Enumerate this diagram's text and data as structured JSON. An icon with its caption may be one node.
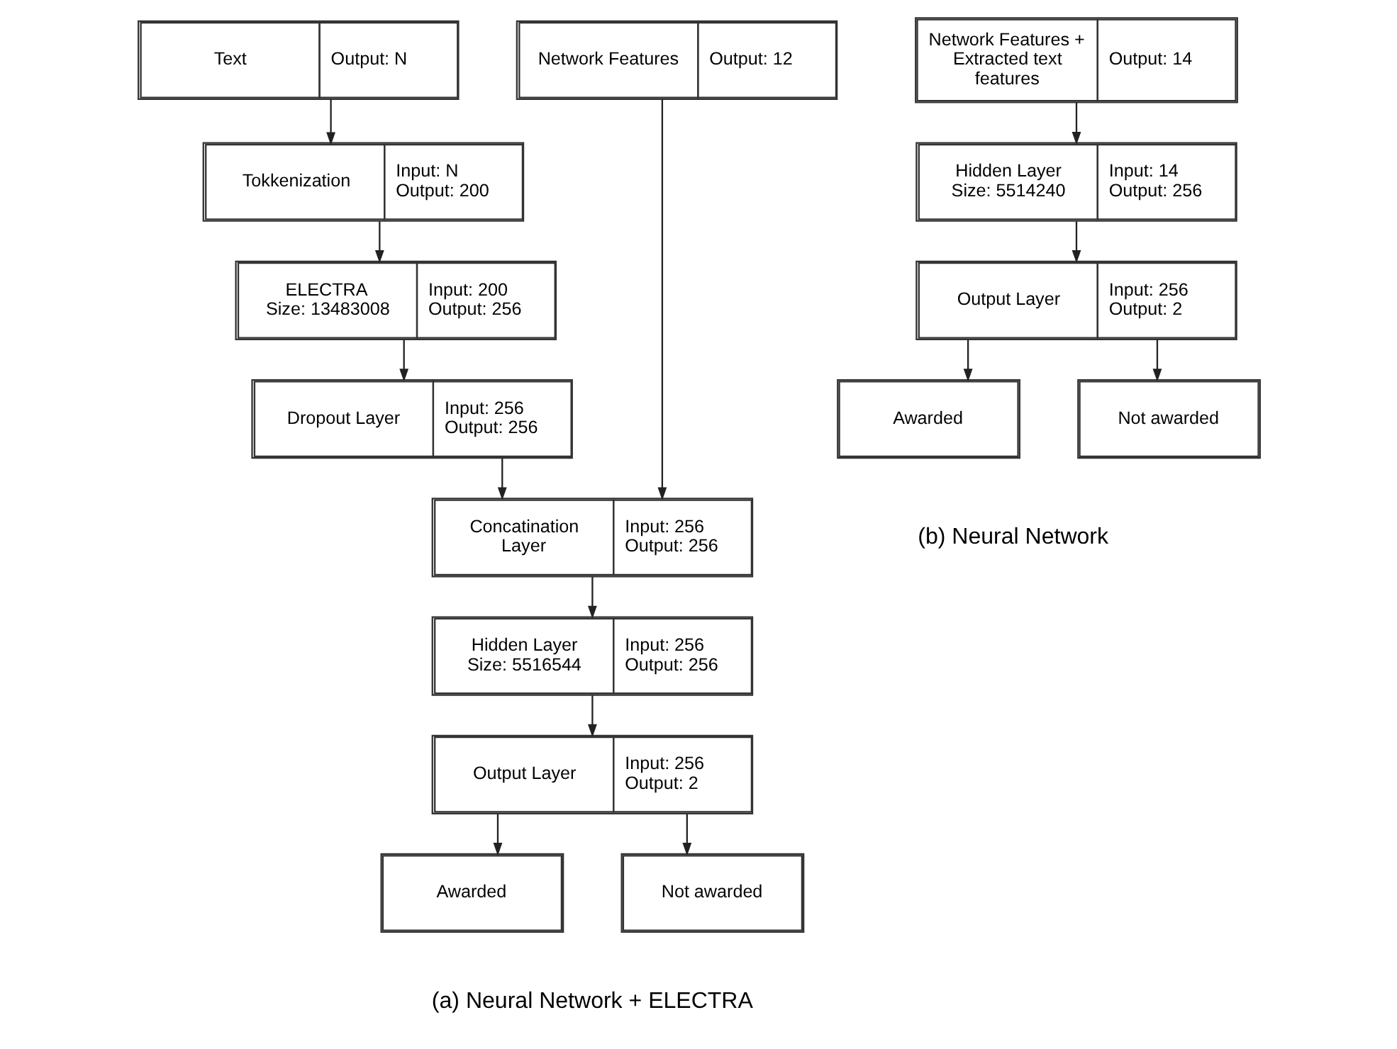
{
  "diagram": {
    "nodes": [
      {
        "text": [
          "Text",
          "Output: N"
        ]
      },
      {
        "text": [
          "Network Features",
          "Output: 12"
        ]
      },
      {
        "text": [
          "Tokkenization",
          "Input: N Output: 200"
        ]
      },
      {
        "text": [
          "ELECTRA Size: 13483008",
          "Input: 200 Output: 256"
        ]
      },
      {
        "text": [
          "Dropout Layer",
          "Input: 256 Output: 256"
        ]
      },
      {
        "text": [
          "Concatination Layer",
          "Input: 256 Output: 256"
        ]
      },
      {
        "text": [
          "Hidden Layer Size: 5516544",
          "Input: 256 Output: 256"
        ]
      },
      {
        "text": [
          "Output Layer",
          "Input: 256 Output: 2"
        ]
      },
      {
        "text": [
          "Awarded"
        ]
      },
      {
        "text": [
          "Not awarded"
        ]
      },
      {
        "text": [
          "Network Features + Extracted text features",
          "Output: 14"
        ]
      },
      {
        "text": [
          "Hidden Layer Size: 5514240",
          "Input: 14 Output: 256"
        ]
      },
      {
        "text": [
          "Output Layer",
          "Input: 256 Output: 2"
        ]
      },
      {
        "text": [
          "Awarded"
        ]
      },
      {
        "text": [
          "Not awarded"
        ]
      }
    ],
    "edges": [
      {
        "from": 0,
        "to": 2,
        "arrow": "to"
      },
      {
        "from": 2,
        "to": 3,
        "arrow": "to"
      },
      {
        "from": 3,
        "to": 4,
        "arrow": "to"
      },
      {
        "from": 4,
        "to": 5,
        "arrow": "to"
      },
      {
        "from": 1,
        "to": 5,
        "arrow": "to"
      },
      {
        "from": 5,
        "to": 6,
        "arrow": "to"
      },
      {
        "from": 6,
        "to": 7,
        "arrow": "to"
      },
      {
        "from": 7,
        "to": 8,
        "arrow": "to"
      },
      {
        "from": 7,
        "to": 9,
        "arrow": "to"
      },
      {
        "from": 10,
        "to": 11,
        "arrow": "to"
      },
      {
        "from": 11,
        "to": 12,
        "arrow": "to"
      },
      {
        "from": 12,
        "to": 13,
        "arrow": "to"
      },
      {
        "from": 12,
        "to": 14,
        "arrow": "to"
      }
    ],
    "labels": [
      "(a) Neural Network + ELECTRA",
      "(b) Neural Network"
    ]
  }
}
